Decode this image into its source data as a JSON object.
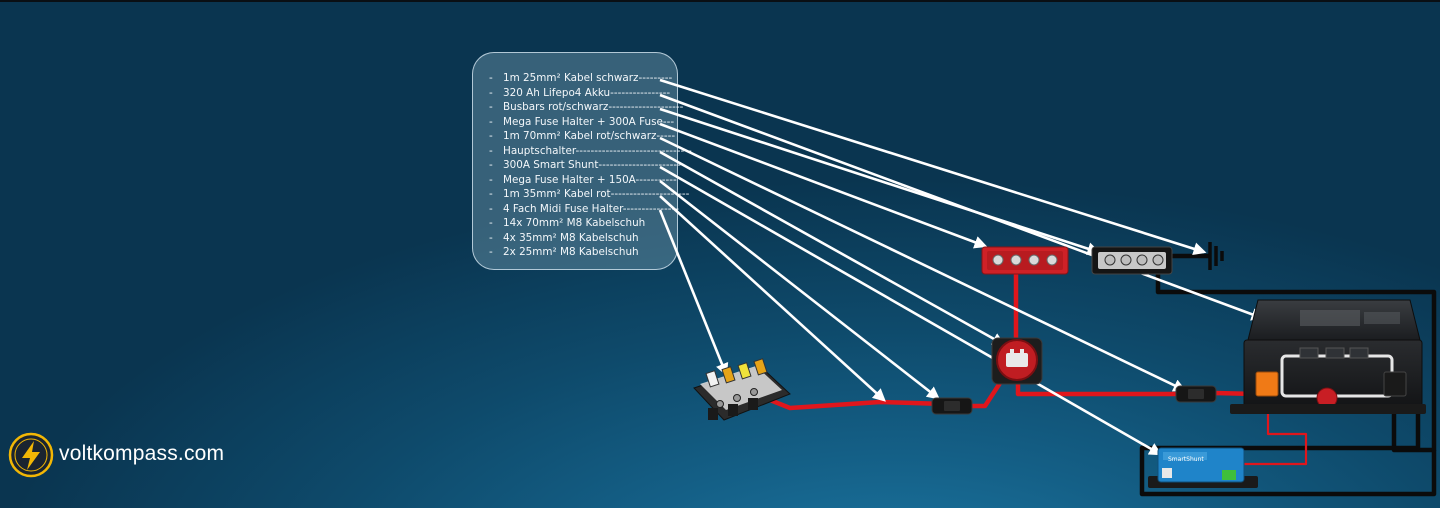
{
  "brand": {
    "name": "voltkompass.com",
    "icon": "lightning-bolt-icon"
  },
  "parts_list": {
    "items": [
      "1m 25mm² Kabel schwarz---------",
      "320 Ah Lifepo4 Akku----------------",
      "Busbars rot/schwarz--------------------",
      "Mega Fuse Halter + 300A Fuse---",
      "1m 70mm² Kabel rot/schwarz-----",
      "Hauptschalter-------------------------------",
      "300A Smart Shunt----------------------",
      "Mega Fuse Halter + 150A-----------",
      "1m 35mm² Kabel rot---------------------",
      "4 Fach Midi Fuse Halter---------------",
      "14x 70mm² M8 Kabelschuh",
      "4x 35mm² M8 Kabelschuh",
      "2x 25mm² M8 Kabelschuh"
    ]
  },
  "components": {
    "shunt_label": "SmartShunt"
  },
  "colors": {
    "positive_cable": "#e0161c",
    "negative_cable": "#0b0b0b",
    "pointer": "#ffffff",
    "red_busbar": "#cf2127",
    "shunt_blue": "#1f84c9",
    "brand_gold": "#f2b705"
  }
}
